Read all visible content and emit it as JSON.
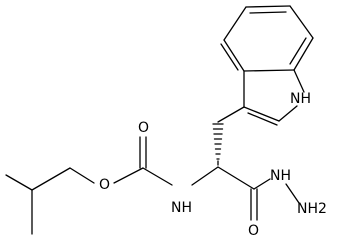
{
  "diagram": {
    "type": "chemical-structure",
    "atom_labels": {
      "carbonyl_oxygen": "O",
      "ester_oxygen": "O",
      "amide_nh": "NH",
      "amide_oxygen": "O",
      "hydrazide_nh": "NH",
      "hydrazide_nh2": "NH2",
      "indole_nh": "NH"
    },
    "colors": {
      "bond": "#000000",
      "text": "#000000",
      "background": "#ffffff"
    }
  }
}
